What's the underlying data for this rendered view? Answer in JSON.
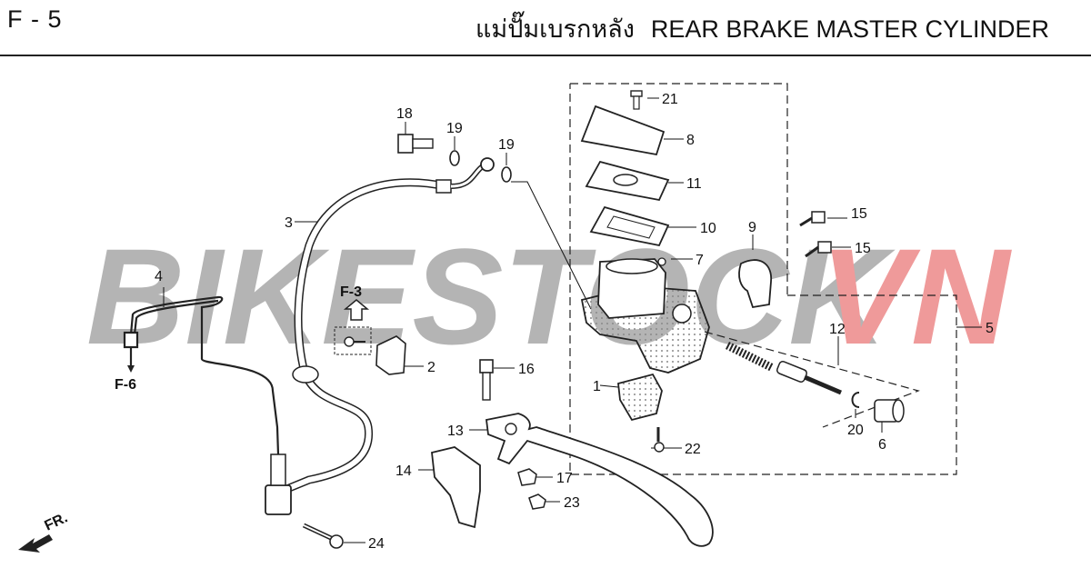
{
  "header": {
    "page_code": "F - 5",
    "title_thai": "แม่ปั๊มเบรกหลัง",
    "title_english": "REAR BRAKE MASTER CYLINDER"
  },
  "watermark": {
    "text_main": "BIKESTOCK",
    "text_accent": "VN",
    "color_main": "#b4b4b4",
    "color_accent": "#ef9a9a"
  },
  "references": {
    "f3": "F-3",
    "f6": "F-6",
    "front": "FR."
  },
  "callouts": {
    "c1": "1",
    "c2": "2",
    "c3": "3",
    "c4": "4",
    "c5": "5",
    "c6": "6",
    "c7": "7",
    "c8": "8",
    "c9": "9",
    "c10": "10",
    "c11": "11",
    "c12": "12",
    "c13": "13",
    "c14": "14",
    "c15a": "15",
    "c15b": "15",
    "c16": "16",
    "c17": "17",
    "c18": "18",
    "c19a": "19",
    "c19b": "19",
    "c20": "20",
    "c21": "21",
    "c22": "22",
    "c23": "23",
    "c24": "24"
  }
}
